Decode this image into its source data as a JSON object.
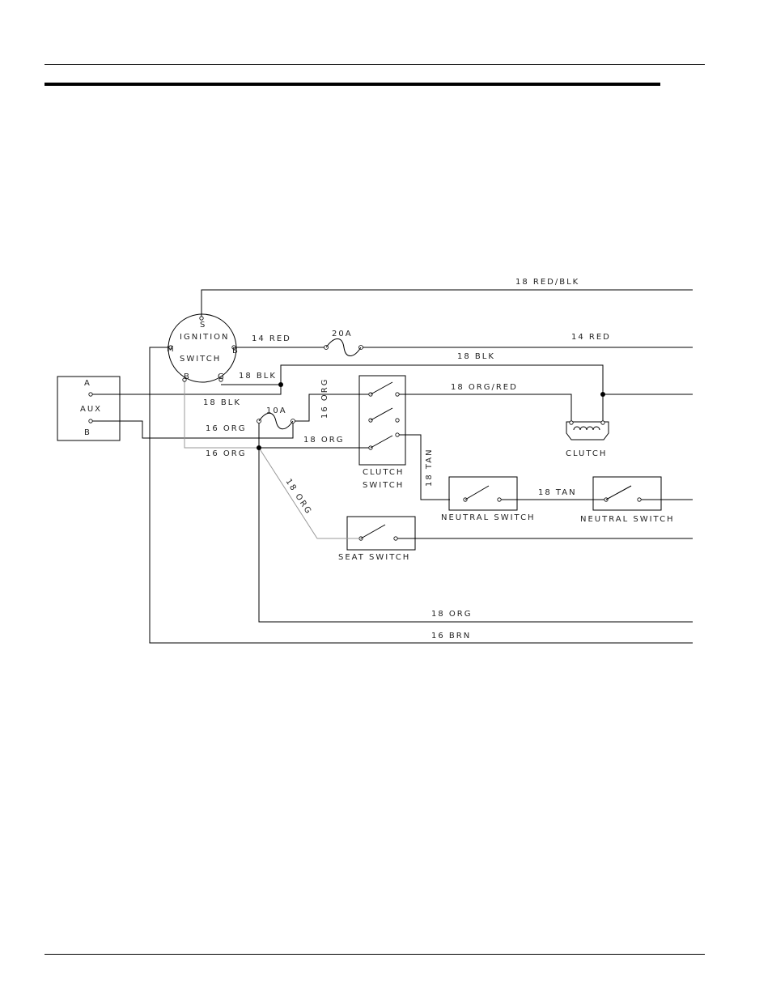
{
  "wires": {
    "w_18_red_blk": "18 RED/BLK",
    "w_14_red_left": "14 RED",
    "fuse_20a": "20A",
    "w_14_red_right": "14 RED",
    "w_18_blk_top": "18 BLK",
    "w_18_blk_ign": "18 BLK",
    "w_18_blk_aux": "18 BLK",
    "w_18_org_red": "18 ORG/RED",
    "w_16_org_vert": "16 ORG",
    "fuse_10a": "10A",
    "w_16_org_a": "16 ORG",
    "w_18_org_clutch": "18 ORG",
    "w_16_org_b": "16 ORG",
    "w_18_tan_vert": "18 TAN",
    "w_18_tan_horiz": "18 TAN",
    "w_18_org_diag": "18 ORG",
    "w_18_org_bottom": "18 ORG",
    "w_16_brn": "16 BRN"
  },
  "components": {
    "ignition_switch": {
      "label_line1": "IGNITION",
      "label_line2": "SWITCH",
      "term_s": "S",
      "term_m": "M",
      "term_b_right": "B",
      "term_b_left": "B",
      "term_g": "G"
    },
    "aux": {
      "label": "AUX",
      "term_a": "A",
      "term_b": "B"
    },
    "clutch_switch": {
      "label_line1": "CLUTCH",
      "label_line2": "SWITCH"
    },
    "clutch": {
      "label": "CLUTCH"
    },
    "neutral_switch_1": {
      "label": "NEUTRAL SWITCH"
    },
    "neutral_switch_2": {
      "label": "NEUTRAL SWITCH"
    },
    "seat_switch": {
      "label": "SEAT SWITCH"
    }
  }
}
